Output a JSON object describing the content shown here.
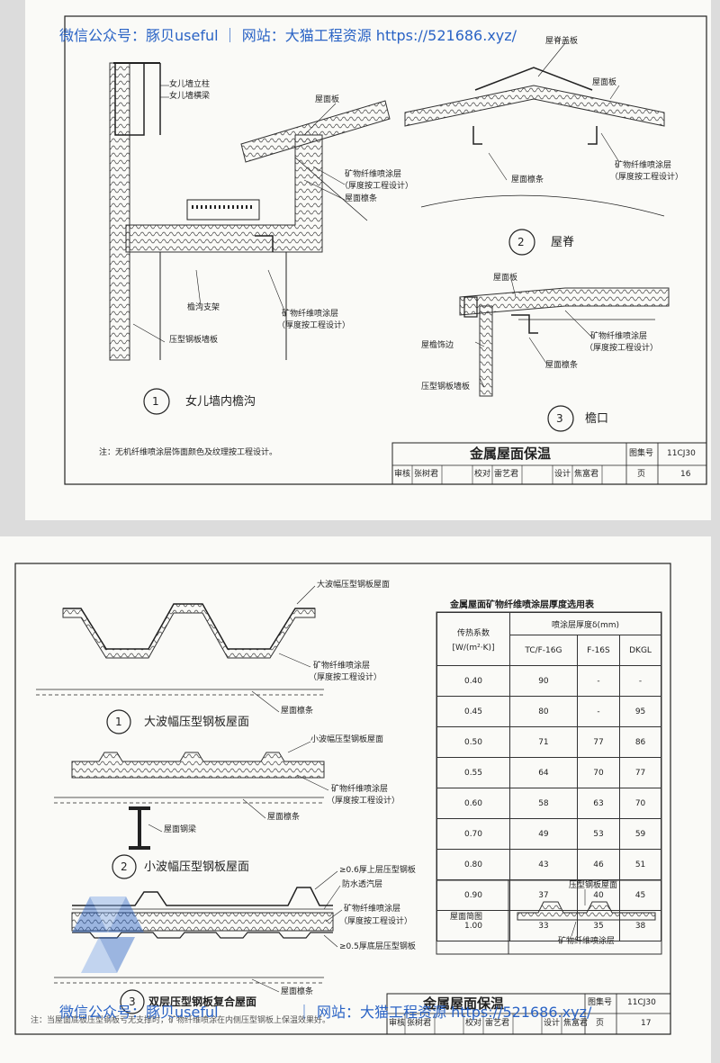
{
  "watermark": {
    "top": "微信公众号：豚贝useful ｜ 网站：大猫工程资源 https://521686.xyz/",
    "bottom_left": "微信公众号：豚贝useful",
    "bottom_sep": "｜",
    "bottom_site": "网站：大猫工程资源 https://521686.xyz/"
  },
  "sheet1": {
    "labels": {
      "parapet_post": "女儿墙立柱",
      "parapet_beam": "女儿墙横梁",
      "roof_panel_a": "屋面板",
      "mineral_a": "矿物纤维喷涂层",
      "mineral_a2": "（厚度按工程设计）",
      "purlin_a": "屋面檩条",
      "gutter_bracket": "檐沟支架",
      "mineral_b": "矿物纤维喷涂层",
      "mineral_b2": "（厚度按工程设计）",
      "wall_panel_a": "压型钢板墙板",
      "ridge_cover": "屋脊盖板",
      "roof_panel_b": "屋面板",
      "mineral_c": "矿物纤维喷涂层",
      "mineral_c2": "（厚度按工程设计）",
      "purlin_b": "屋面檩条",
      "roof_panel_c": "屋面板",
      "mineral_d": "矿物纤维喷涂层",
      "mineral_d2": "（厚度按工程设计）",
      "eave_trim": "屋檐饰边",
      "purlin_c": "屋面檩条",
      "wall_panel_b": "压型钢板墙板"
    },
    "d1_num": "1",
    "d1_title": "女儿墙内檐沟",
    "d2_num": "2",
    "d2_title": "屋脊",
    "d3_num": "3",
    "d3_title": "檐口",
    "note": "注：无机纤维喷涂层饰面颜色及纹理按工程设计。",
    "title_block": {
      "title": "金属屋面保温",
      "atlas_label": "图集号",
      "atlas_no": "11CJ30",
      "review": "审核",
      "reviewer": "张树君",
      "check": "校对",
      "checker": "雷艺君",
      "design": "设计",
      "designer": "焦富君",
      "page_label": "页",
      "page_no": "16"
    }
  },
  "sheet2": {
    "labels": {
      "big_wave": "大波幅压型钢板屋面",
      "mineral_a": "矿物纤维喷涂层",
      "mineral_a2": "（厚度按工程设计）",
      "purlin_a": "屋面檩条",
      "small_wave": "小波幅压型钢板屋面",
      "mineral_b": "矿物纤维喷涂层",
      "mineral_b2": "（厚度按工程设计）",
      "purlin_b": "屋面檩条",
      "steel_beam": "屋面钢梁",
      "upper_sheet": "≥0.6厚上层压型钢板",
      "vapor": "防水透汽层",
      "mineral_c": "矿物纤维喷涂层",
      "mineral_c2": "（厚度按工程设计）",
      "lower_sheet": "≥0.5厚底层压型钢板",
      "purlin_c": "屋面檩条"
    },
    "d1_num": "1",
    "d1_title": "大波幅压型钢板屋面",
    "d2_num": "2",
    "d2_title": "小波幅压型钢板屋面",
    "d3_num": "3",
    "d3_title": "双层压型钢板复合屋面",
    "note": "注：当屋面底板压型钢板亏无支撑时，矿物纤维喷涂在内侧压型钢板上保温效果好。",
    "table": {
      "title": "金属屋面矿物纤维喷涂层厚度选用表",
      "col_coef": "传热系数",
      "col_coef_unit": "[W/(m²·K)]",
      "col_thick": "喷涂层厚度δ(mm)",
      "cols": [
        "TC/F-16G",
        "F-16S",
        "DKGL"
      ],
      "rows": [
        [
          "0.40",
          "90",
          "-",
          "-"
        ],
        [
          "0.45",
          "80",
          "-",
          "95"
        ],
        [
          "0.50",
          "71",
          "77",
          "86"
        ],
        [
          "0.55",
          "64",
          "70",
          "77"
        ],
        [
          "0.60",
          "58",
          "63",
          "70"
        ],
        [
          "0.70",
          "49",
          "53",
          "59"
        ],
        [
          "0.80",
          "43",
          "46",
          "51"
        ],
        [
          "0.90",
          "37",
          "40",
          "45"
        ],
        [
          "1.00",
          "33",
          "35",
          "38"
        ]
      ],
      "sketch_label": "屋面简图",
      "sketch_panel": "压型钢板屋面",
      "sketch_mineral": "矿物纤维喷涂层"
    },
    "title_block": {
      "title": "金属屋面保温",
      "atlas_label": "图集号",
      "atlas_no": "11CJ30",
      "review": "审核",
      "reviewer": "张树君",
      "check": "校对",
      "checker": "雷艺君",
      "design": "设计",
      "designer": "焦富君",
      "page_label": "页",
      "page_no": "17"
    }
  }
}
